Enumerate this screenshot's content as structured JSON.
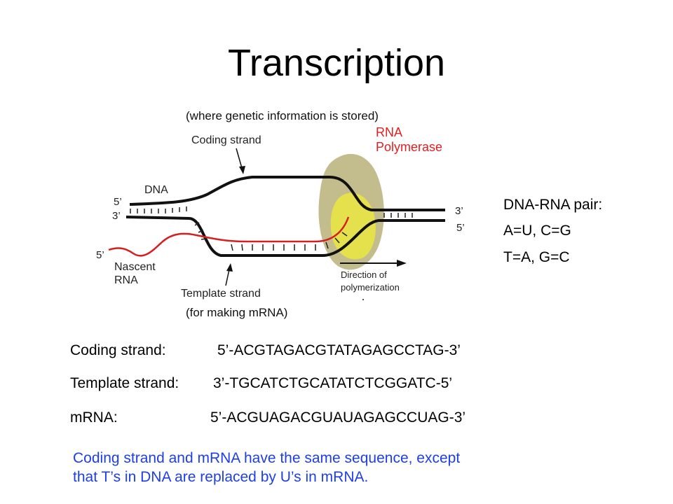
{
  "page": {
    "title": "Transcription"
  },
  "diagram": {
    "note_top": "(where genetic information is stored)",
    "note_bottom": "(for making mRNA)",
    "labels": {
      "coding_strand": "Coding strand",
      "rna_polymerase_line1": "RNA",
      "rna_polymerase_line2": "Polymerase",
      "dna": "DNA",
      "five_prime_top_left": "5’",
      "three_prime_top_left": "3’",
      "five_prime_rna": "5’",
      "nascent_line1": "Nascent",
      "nascent_line2": "RNA",
      "template_strand": "Template strand",
      "direction_line1": "Direction of",
      "direction_line2": "polymerization",
      "three_prime_right": "3’",
      "five_prime_right": "5’"
    },
    "colors": {
      "dna_strand": "#111111",
      "rna_strand": "#d42020",
      "polymerase_outer": "#b9b27a",
      "polymerase_inner": "#e8e445",
      "rna_label": "#e02020"
    }
  },
  "pairing": {
    "heading": "DNA-RNA pair:",
    "rule1": "A=U, C=G",
    "rule2": "T=A, G=C"
  },
  "sequences": [
    {
      "label": "Coding strand:",
      "value": "5’-ACGTAGACGTATAGAGCCTAG-3’"
    },
    {
      "label": "Template strand:",
      "value": "3’-TGCATCTGCATATCTCGGATC-5’"
    },
    {
      "label": "mRNA:",
      "value": "5’-ACGUAGACGUAUAGAGCCUAG-3’"
    }
  ],
  "footer": {
    "line1": "Coding strand and mRNA have the same sequence, except",
    "line2": "that T’s in DNA are replaced by U’s in mRNA."
  }
}
